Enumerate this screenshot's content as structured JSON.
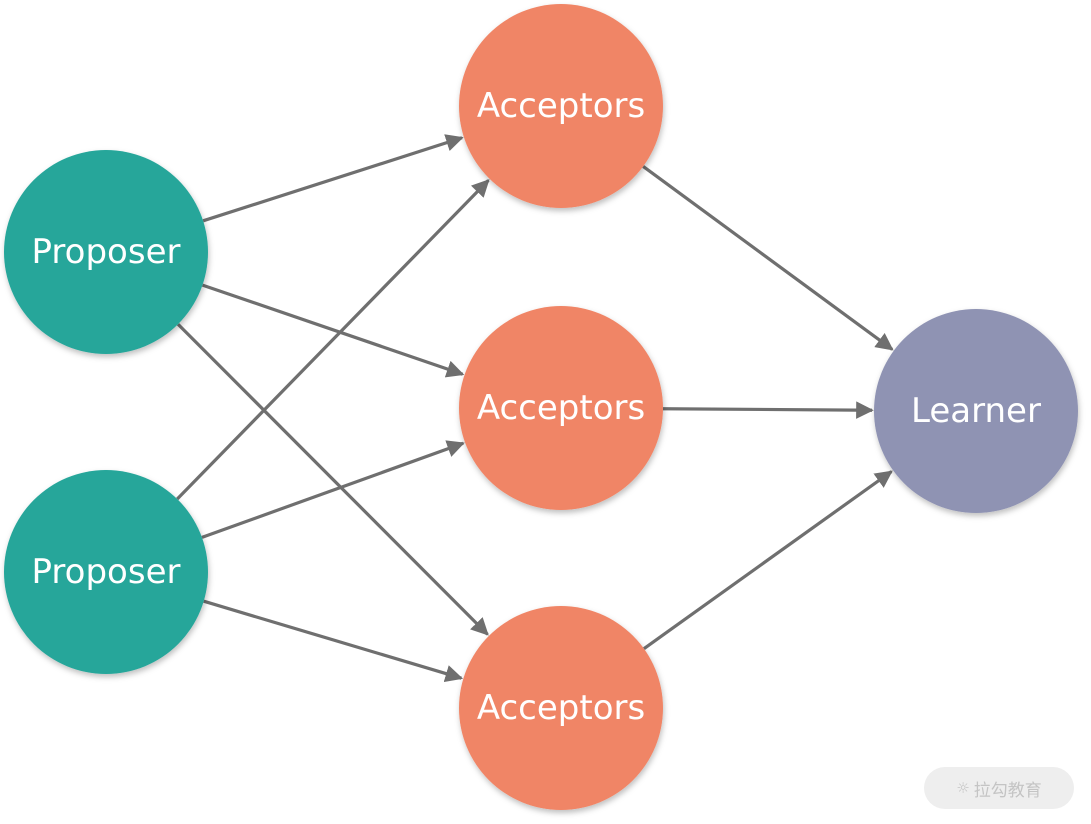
{
  "diagram": {
    "colors": {
      "proposer": "#26a69a",
      "acceptor": "#f08566",
      "learner": "#8f93b3",
      "edge": "#6f6f6f"
    },
    "nodes": [
      {
        "id": "proposer-1",
        "role": "proposer",
        "label": "Proposer"
      },
      {
        "id": "proposer-2",
        "role": "proposer",
        "label": "Proposer"
      },
      {
        "id": "acceptor-1",
        "role": "acceptor",
        "label": "Acceptors"
      },
      {
        "id": "acceptor-2",
        "role": "acceptor",
        "label": "Acceptors"
      },
      {
        "id": "acceptor-3",
        "role": "acceptor",
        "label": "Acceptors"
      },
      {
        "id": "learner-1",
        "role": "learner",
        "label": "Learner"
      }
    ],
    "edges": [
      {
        "from": "proposer-1",
        "to": "acceptor-1"
      },
      {
        "from": "proposer-1",
        "to": "acceptor-2"
      },
      {
        "from": "proposer-1",
        "to": "acceptor-3"
      },
      {
        "from": "proposer-2",
        "to": "acceptor-1"
      },
      {
        "from": "proposer-2",
        "to": "acceptor-2"
      },
      {
        "from": "proposer-2",
        "to": "acceptor-3"
      },
      {
        "from": "acceptor-1",
        "to": "learner-1"
      },
      {
        "from": "acceptor-2",
        "to": "learner-1"
      },
      {
        "from": "acceptor-3",
        "to": "learner-1"
      }
    ]
  },
  "watermark": {
    "icon": "logo-icon",
    "text": "拉勾教育"
  }
}
